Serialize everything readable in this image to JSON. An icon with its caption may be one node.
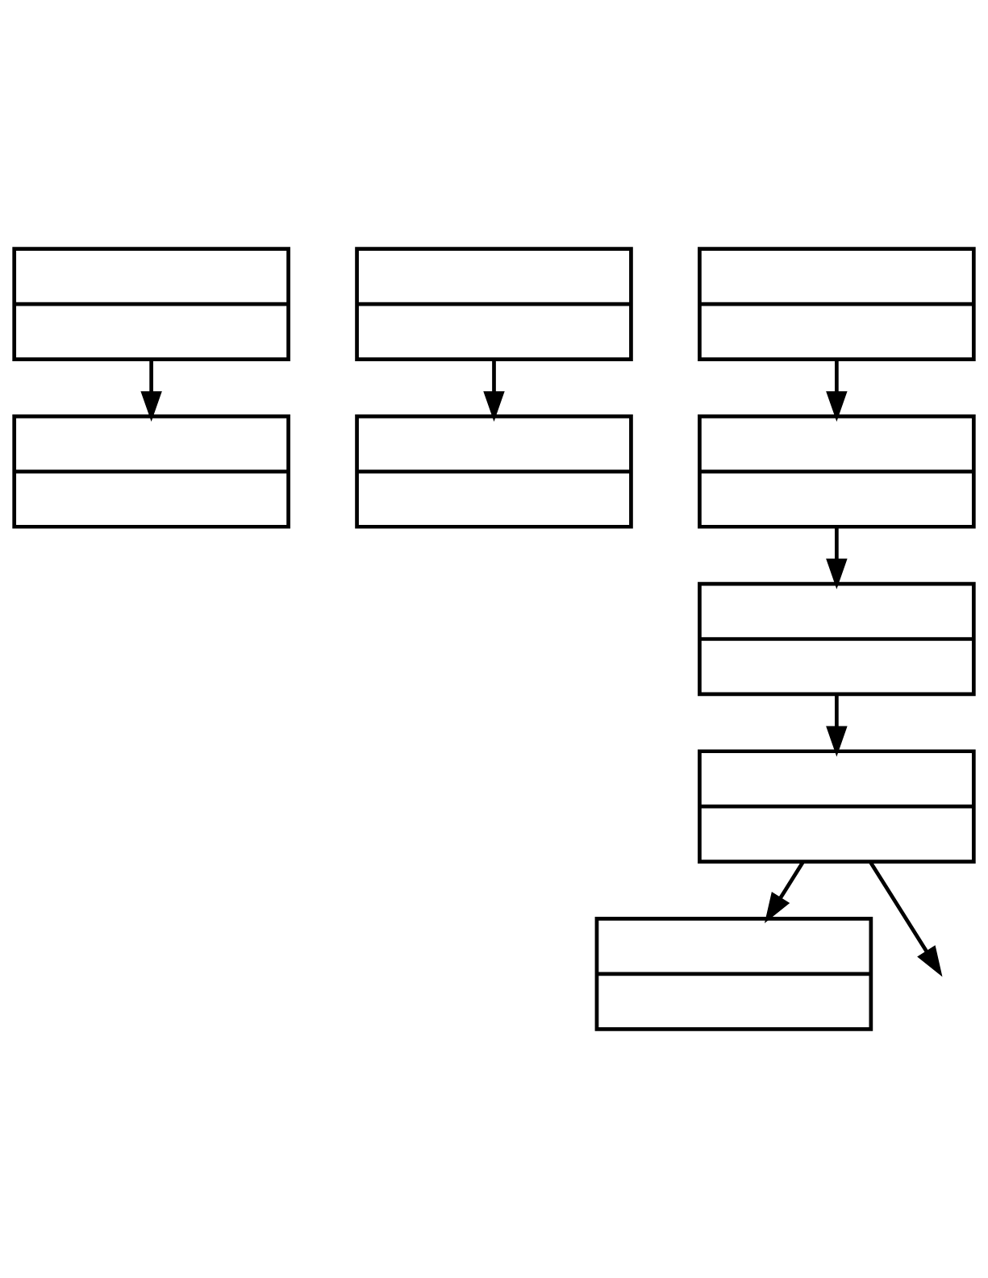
{
  "diagram": {
    "nodes": [
      {
        "text": [],
        "shape": "box"
      },
      {
        "text": [],
        "shape": "box"
      },
      {
        "text": [],
        "shape": "box"
      },
      {
        "text": [],
        "shape": "box"
      },
      {
        "text": [],
        "shape": "box"
      },
      {
        "text": [],
        "shape": "box"
      },
      {
        "text": [],
        "shape": "box"
      },
      {
        "text": [],
        "shape": "box"
      },
      {
        "text": [],
        "shape": "box"
      }
    ],
    "edges": [
      {
        "from": 0,
        "to": 1,
        "arrow": "to"
      },
      {
        "from": 2,
        "to": 3,
        "arrow": "to"
      },
      {
        "from": 4,
        "to": 5,
        "arrow": "to"
      },
      {
        "from": 5,
        "to": 6,
        "arrow": "to"
      },
      {
        "from": 6,
        "to": 7,
        "arrow": "to"
      },
      {
        "from": 7,
        "to": 8,
        "arrow": "to"
      },
      {
        "from": 7,
        "to": null,
        "arrow": "to"
      }
    ]
  }
}
